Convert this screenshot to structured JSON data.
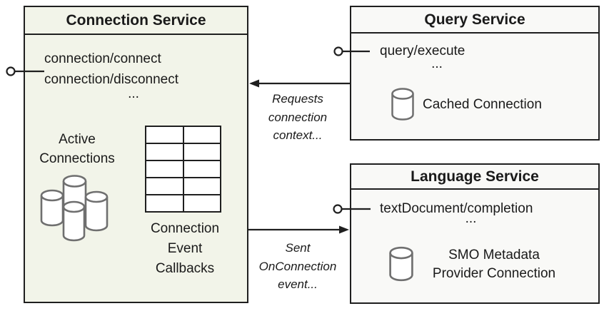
{
  "diagram": {
    "connection_service": {
      "title": "Connection Service",
      "methods": "connection/connect\nconnection/disconnect",
      "ellipsis": "...",
      "active_connections_label": "Active\nConnections",
      "callbacks_label": "Connection\nEvent\nCallbacks"
    },
    "query_service": {
      "title": "Query Service",
      "method": "query/execute",
      "ellipsis": "...",
      "cached_connection_label": "Cached Connection"
    },
    "language_service": {
      "title": "Language Service",
      "method": "textDocument/completion",
      "ellipsis": "...",
      "smo_connection_label": "SMO Metadata\nProvider Connection"
    },
    "flows": {
      "requests_connection_label": "Requests\nconnection\ncontext...",
      "sent_onconnection_label": "Sent\nOnConnection\nevent..."
    },
    "icons": {
      "active_connections": "database-cluster-icon",
      "cached_connection": "database-cylinder-icon",
      "smo_connection": "database-cylinder-icon",
      "callbacks": "table-grid-icon",
      "interfaces": "lollipop-connector-icon"
    },
    "colors": {
      "connection_box_fill": "#f2f4e9",
      "service_box_fill": "#f9f9f7",
      "border": "#1f1f1f",
      "cylinder_stroke": "#6f6f6f",
      "text": "#1a1a1a"
    }
  }
}
